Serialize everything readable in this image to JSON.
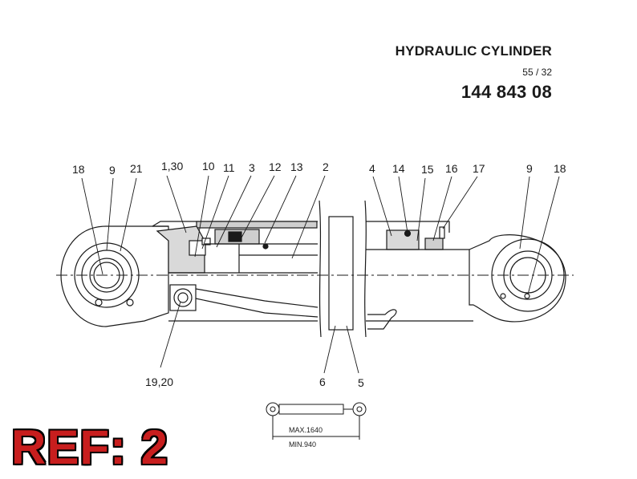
{
  "header": {
    "title": "HYDRAULIC CYLINDER",
    "ratio": "55 / 32",
    "part_number": "144 843 08"
  },
  "callouts": {
    "c18_left": "18",
    "c9_left": "9",
    "c21": "21",
    "c1_30": "1,30",
    "c10": "10",
    "c11": "11",
    "c3": "3",
    "c12": "12",
    "c13": "13",
    "c2": "2",
    "c4": "4",
    "c14": "14",
    "c15": "15",
    "c16": "16",
    "c17": "17",
    "c9_right": "9",
    "c18_right": "18",
    "c19_20": "19,20",
    "c6": "6",
    "c5": "5"
  },
  "dimensions": {
    "max": "MAX.1640",
    "min": "MIN.940"
  },
  "ref_label": "REF: 2",
  "colors": {
    "line": "#1a1a1a",
    "body_fill": "#ffffff",
    "seal_fill": "#cfcfcf",
    "ref_red": "#c81e1e"
  }
}
